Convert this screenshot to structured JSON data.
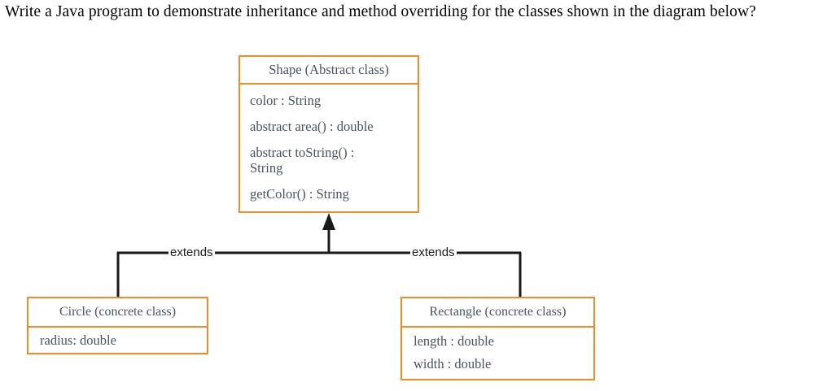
{
  "prompt": {
    "text": "Write a Java program to demonstrate inheritance and method overriding for the classes shown in the diagram below?"
  },
  "diagram": {
    "type": "uml-class-diagram",
    "accent_color": "#ED8B28",
    "text_color": "#4A5361",
    "connector_color": "#1a1a1a",
    "background": "#ffffff",
    "classes": [
      {
        "id": "shape",
        "title": "Shape (Abstract class)",
        "members": [
          "color : String",
          "abstract area() : double",
          "abstract toString() :\nString",
          "getColor() : String"
        ]
      },
      {
        "id": "circle",
        "title": "Circle (concrete class)",
        "members": [
          "radius: double"
        ]
      },
      {
        "id": "rectangle",
        "title": "Rectangle (concrete class)",
        "members": [
          "length : double",
          "width : double"
        ]
      }
    ],
    "relationships": [
      {
        "id": "circle-extends-shape",
        "label": "extends",
        "from": "circle",
        "to": "shape"
      },
      {
        "id": "rectangle-extends-shape",
        "label": "extends",
        "from": "rectangle",
        "to": "shape"
      }
    ]
  }
}
